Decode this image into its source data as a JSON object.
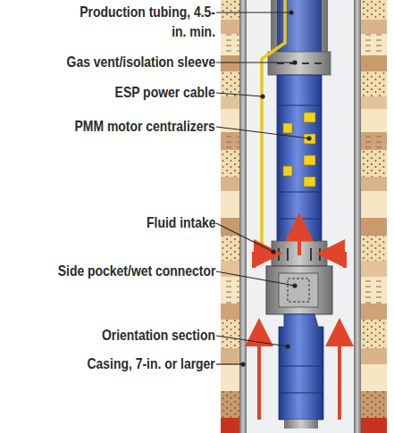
{
  "diagram": {
    "labels": [
      "Production tubing, 4.5-in. min.",
      "Gas vent/isolation sleeve",
      "ESP power cable",
      "PMM motor centralizers",
      "Fluid intake",
      "Side pocket/wet connector",
      "Orientation section",
      "Casing, 7-in. or larger"
    ]
  }
}
